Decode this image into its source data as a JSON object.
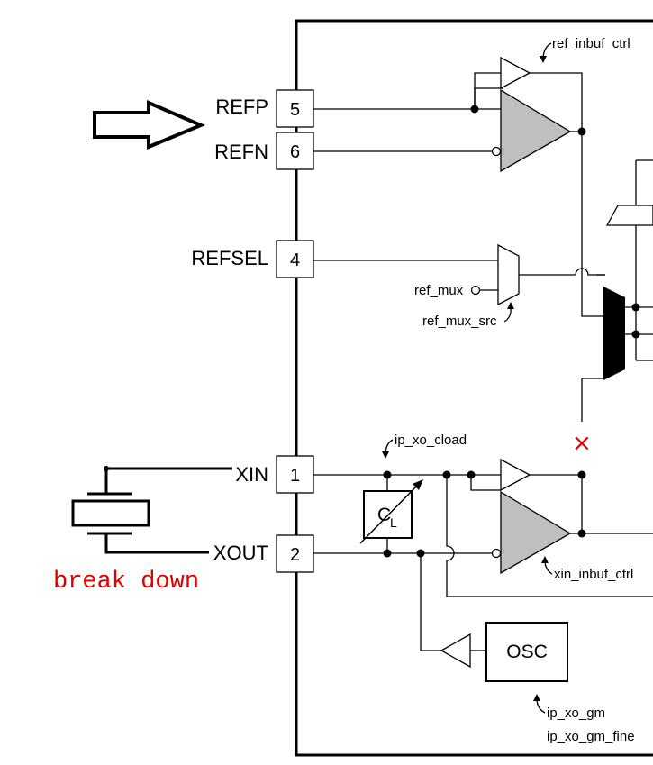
{
  "pins": {
    "refp": {
      "label": "REFP",
      "num": "5"
    },
    "refn": {
      "label": "REFN",
      "num": "6"
    },
    "refsel": {
      "label": "REFSEL",
      "num": "4"
    },
    "xin": {
      "label": "XIN",
      "num": "1"
    },
    "xout": {
      "label": "XOUT",
      "num": "2"
    }
  },
  "signals": {
    "ref_inbuf_ctrl": "ref_inbuf_ctrl",
    "ref_mux": "ref_mux",
    "ref_mux_src": "ref_mux_src",
    "ip_xo_cload": "ip_xo_cload",
    "xin_inbuf_ctrl": "xin_inbuf_ctrl",
    "ip_xo_gm": "ip_xo_gm",
    "ip_xo_gm_fine": "ip_xo_gm_fine"
  },
  "blocks": {
    "osc": "OSC",
    "cap_main": "C",
    "cap_sub": "L"
  },
  "annotation": {
    "text": "break down",
    "color": "#e00000"
  },
  "marker": "×",
  "colors": {
    "buffer_fill": "#bfbfbf",
    "mux_fill": "#000000"
  }
}
